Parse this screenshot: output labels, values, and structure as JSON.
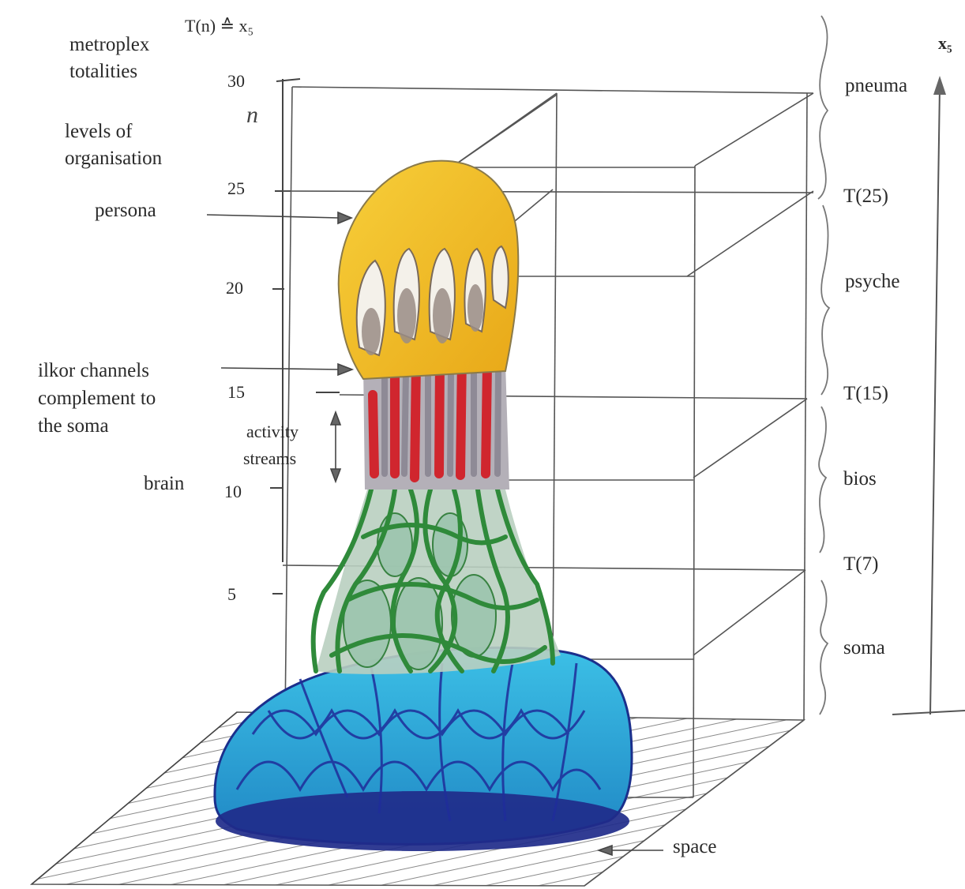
{
  "header": {
    "title_line1": "metroplex",
    "title_line2": "totalities",
    "formula": "T(n) ≙ x₅",
    "n_label": "n",
    "axis_label": "x₅"
  },
  "left_labels": {
    "levels_line1": "levels of",
    "levels_line2": "organisation",
    "persona": "persona",
    "ilkor_line1": "ilkor channels",
    "ilkor_line2": "complement to",
    "ilkor_line3": "the soma",
    "brain": "brain",
    "activity_line1": "activity",
    "activity_line2": "streams"
  },
  "ticks": [
    "30",
    "25",
    "20",
    "15",
    "10",
    "5"
  ],
  "right_labels": {
    "pneuma": "pneuma",
    "t25": "T(25)",
    "psyche": "psyche",
    "t15": "T(15)",
    "bios": "bios",
    "t7": "T(7)",
    "soma": "soma"
  },
  "bottom": {
    "space": "space"
  },
  "colors": {
    "persona_yellow": "#f2b81e",
    "channel_red": "#d0262e",
    "channel_grey": "#8e8a96",
    "brain_green": "#2f8a3a",
    "soma_cyan": "#2ea8d8",
    "soma_blue": "#23349c"
  }
}
